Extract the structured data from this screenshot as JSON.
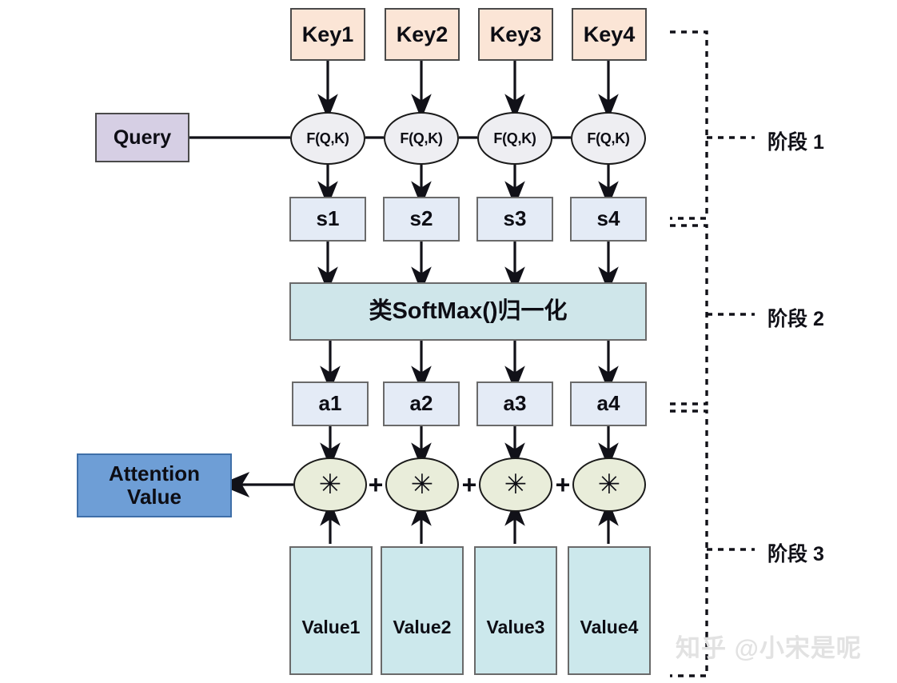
{
  "diagram": {
    "title": "Attention mechanism three-stage computation diagram",
    "colors": {
      "key_fill": "#fbe5d6",
      "query_fill": "#d6cfe4",
      "score_fill": "#e4ebf6",
      "softmax_fill": "#cfe6ea",
      "attention_fill": "#6e9ed6",
      "value_fill": "#cce8ec",
      "fqk_fill": "#eeeef2",
      "multiply_fill": "#e9edda",
      "stroke": "#1a1a1a"
    },
    "keys": [
      {
        "label": "Key1"
      },
      {
        "label": "Key2"
      },
      {
        "label": "Key3"
      },
      {
        "label": "Key4"
      }
    ],
    "query": {
      "label": "Query"
    },
    "similarity_nodes": [
      {
        "label": "F(Q,K)"
      },
      {
        "label": "F(Q,K)"
      },
      {
        "label": "F(Q,K)"
      },
      {
        "label": "F(Q,K)"
      }
    ],
    "scores": [
      {
        "label": "s1"
      },
      {
        "label": "s2"
      },
      {
        "label": "s3"
      },
      {
        "label": "s4"
      }
    ],
    "softmax": {
      "label": "类SoftMax()归一化"
    },
    "weights": [
      {
        "label": "a1"
      },
      {
        "label": "a2"
      },
      {
        "label": "a3"
      },
      {
        "label": "a4"
      }
    ],
    "multiply_nodes": [
      {
        "label": "✳"
      },
      {
        "label": "✳"
      },
      {
        "label": "✳"
      },
      {
        "label": "✳"
      }
    ],
    "plus_signs": [
      {
        "label": "+"
      },
      {
        "label": "+"
      },
      {
        "label": "+"
      }
    ],
    "attention_value": {
      "line1": "Attention",
      "line2": "Value"
    },
    "values": [
      {
        "label": "Value1"
      },
      {
        "label": "Value2"
      },
      {
        "label": "Value3"
      },
      {
        "label": "Value4"
      }
    ],
    "stages": [
      {
        "label": "阶段 1"
      },
      {
        "label": "阶段 2"
      },
      {
        "label": "阶段 3"
      }
    ],
    "watermark": {
      "label": "知乎 @小宋是呢"
    }
  }
}
